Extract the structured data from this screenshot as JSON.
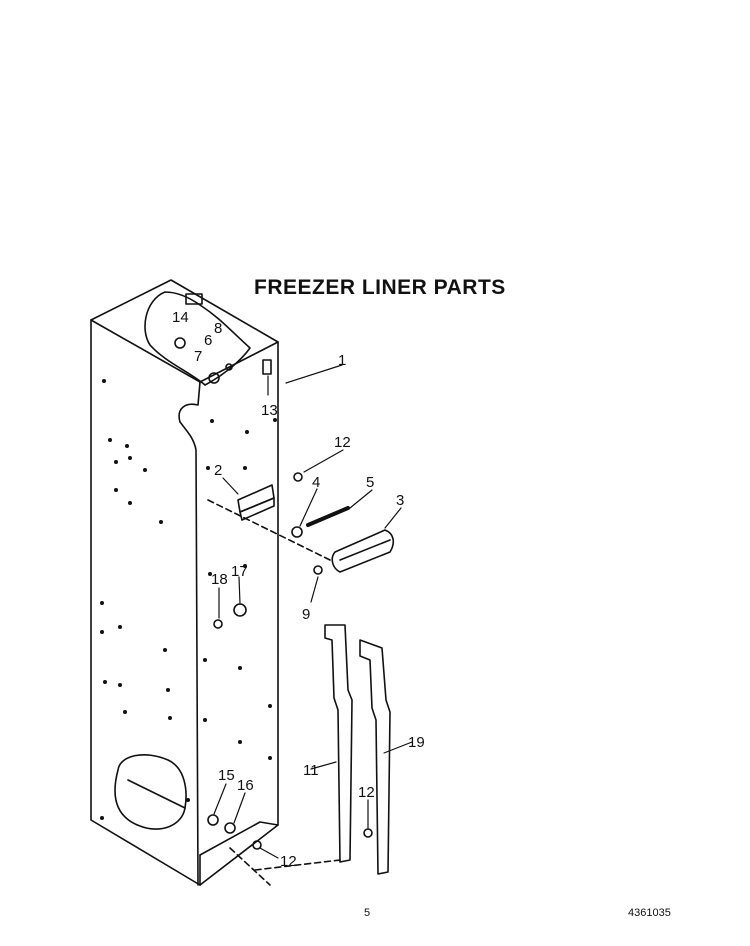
{
  "title": "FREEZER LINER PARTS",
  "callouts": {
    "c1": "1",
    "c2": "2",
    "c3": "3",
    "c4": "4",
    "c5": "5",
    "c6": "6",
    "c7": "7",
    "c8": "8",
    "c9": "9",
    "c11": "11",
    "c12a": "12",
    "c12b": "12",
    "c12c": "12",
    "c13": "13",
    "c14": "14",
    "c15": "15",
    "c16": "16",
    "c17": "17",
    "c18": "18",
    "c19": "19"
  },
  "footer": {
    "page_number": "5",
    "document_code": "4361035"
  }
}
